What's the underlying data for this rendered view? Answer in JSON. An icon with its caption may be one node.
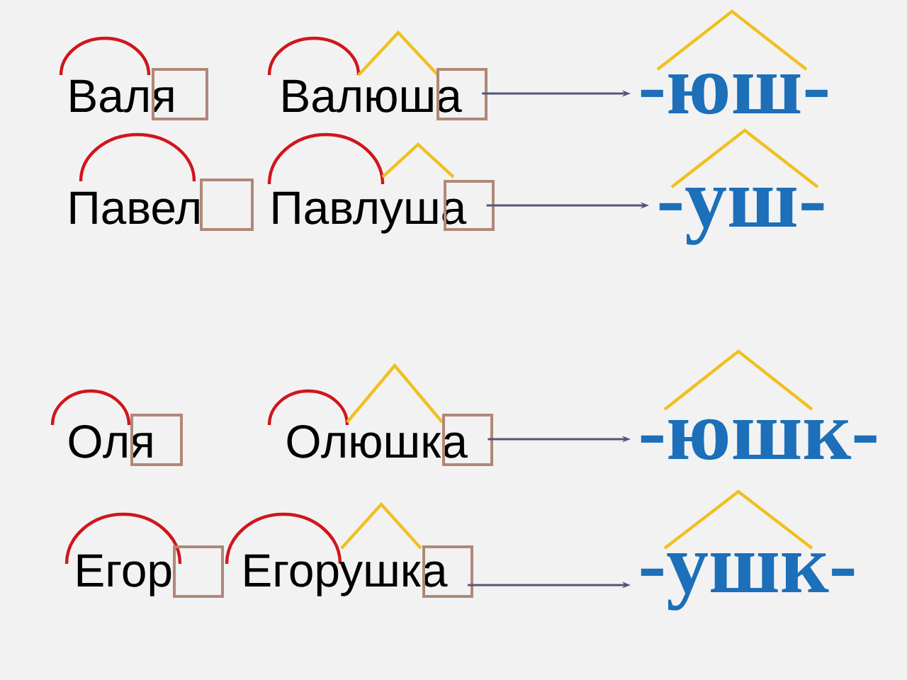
{
  "diagram": {
    "nodes": [
      {
        "text": [
          "Валюша"
        ]
      },
      {
        "text": [
          "-юш-"
        ]
      },
      {
        "text": [
          "Павлуша"
        ]
      },
      {
        "text": [
          "-уш-"
        ]
      },
      {
        "text": [
          "Олюшка"
        ]
      },
      {
        "text": [
          "-юшк-"
        ]
      },
      {
        "text": [
          "Егорушка"
        ]
      },
      {
        "text": [
          "-ушк-"
        ]
      }
    ],
    "edges": [
      {
        "from": 0,
        "to": 1,
        "arrow": "to"
      },
      {
        "from": 2,
        "to": 3,
        "arrow": "to"
      },
      {
        "from": 4,
        "to": 5,
        "arrow": "to"
      },
      {
        "from": 6,
        "to": 7,
        "arrow": "to"
      }
    ],
    "labels": [
      "Валя",
      "Павел",
      "Оля",
      "Егор"
    ]
  }
}
